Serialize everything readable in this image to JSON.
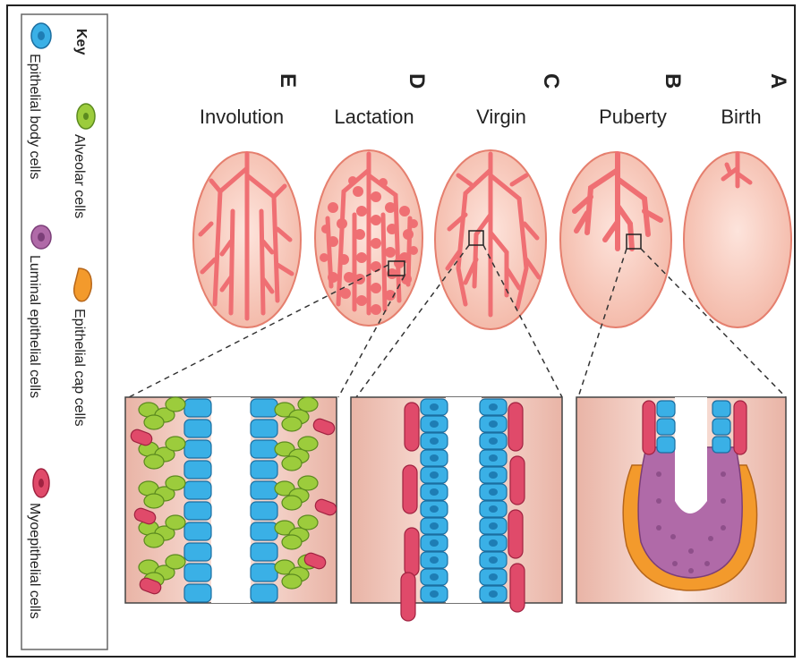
{
  "stages": [
    {
      "letter": "A",
      "name": "Birth"
    },
    {
      "letter": "B",
      "name": "Puberty"
    },
    {
      "letter": "C",
      "name": "Virgin"
    },
    {
      "letter": "D",
      "name": "Lactation"
    },
    {
      "letter": "E",
      "name": "Involution"
    }
  ],
  "key": {
    "title": "Key",
    "items": [
      {
        "name": "Epithelial body cells",
        "icon": "blue-cell-icon",
        "color": "#3ab0e6"
      },
      {
        "name": "Alveolar cells",
        "icon": "green-cell-icon",
        "color": "#9ccc3c"
      },
      {
        "name": "Luminal epithelial cells",
        "icon": "purple-cell-icon",
        "color": "#b06aa8"
      },
      {
        "name": "Epithelial cap cells",
        "icon": "orange-cell-icon",
        "color": "#f39a2c"
      },
      {
        "name": "Myoepithelial cells",
        "icon": "red-cell-icon",
        "color": "#e04a6a"
      }
    ]
  },
  "colors": {
    "gland_fill": "#f6c3b5",
    "gland_stroke": "#e57f6e",
    "duct": "#ef6f73",
    "panel_bg": "#f3cfc4",
    "lumen": "#ffffff"
  }
}
